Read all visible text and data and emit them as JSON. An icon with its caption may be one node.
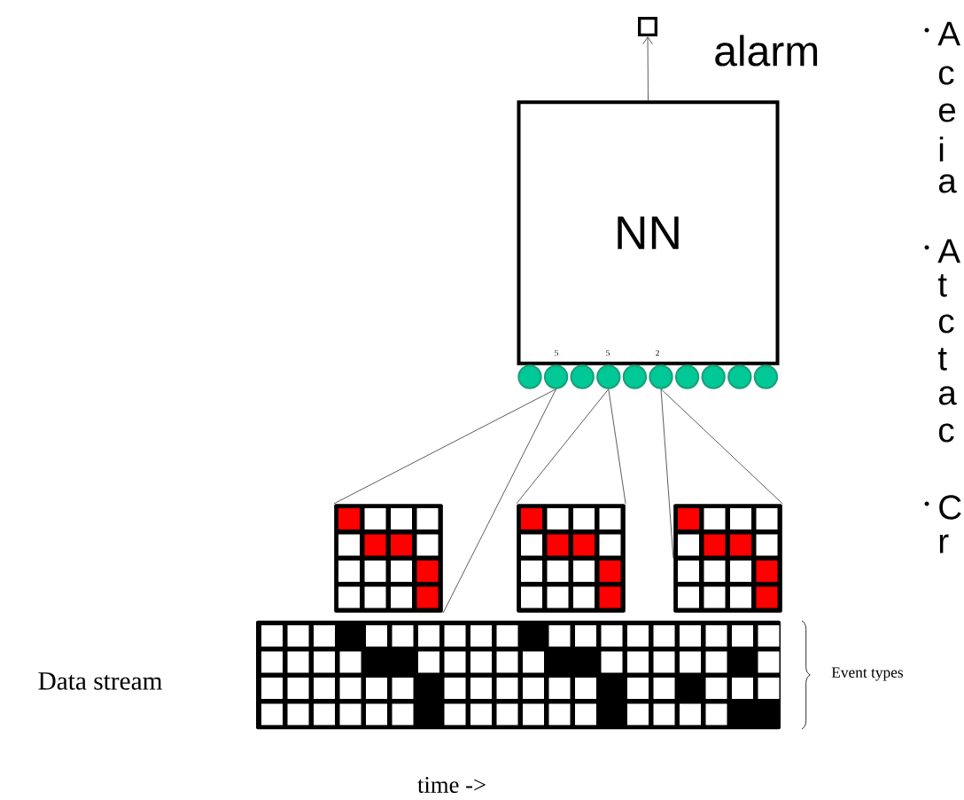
{
  "diagram": {
    "nodes": [
      {
        "text": [
          "NN"
        ]
      },
      {
        "text": [],
        "shape": "box",
        "beside": [
          "alarm"
        ]
      },
      {
        "text": [],
        "shape": "circle"
      },
      {
        "text": [],
        "shape": "circle"
      },
      {
        "text": [],
        "shape": "circle"
      },
      {
        "text": [],
        "shape": "circle"
      },
      {
        "text": [],
        "shape": "circle"
      },
      {
        "text": [],
        "shape": "circle"
      },
      {
        "text": [],
        "shape": "circle"
      },
      {
        "text": [],
        "shape": "circle"
      },
      {
        "text": [],
        "shape": "circle"
      },
      {
        "text": [],
        "shape": "circle"
      },
      {
        "text": [],
        "shape": "box"
      },
      {
        "text": [],
        "shape": "box"
      },
      {
        "text": [],
        "shape": "box"
      },
      {
        "text": [],
        "shape": "box"
      }
    ],
    "edges": [
      {
        "from": 0,
        "to": 1,
        "arrow": "to"
      },
      {
        "from": 3,
        "to": 12,
        "arrow": "none"
      },
      {
        "from": 3,
        "to": 12,
        "arrow": "none"
      },
      {
        "from": 5,
        "to": 13,
        "arrow": "none"
      },
      {
        "from": 5,
        "to": 13,
        "arrow": "none"
      },
      {
        "from": 7,
        "to": 14,
        "arrow": "none"
      },
      {
        "from": 7,
        "to": 14,
        "arrow": "none"
      }
    ],
    "labels": [
      "5",
      "5",
      "2",
      "Data stream",
      "Event types",
      "time ->",
      "A",
      "c",
      "e",
      "i",
      "a",
      "A",
      "t",
      "c",
      "t",
      "a",
      "c",
      "C",
      "r"
    ]
  }
}
